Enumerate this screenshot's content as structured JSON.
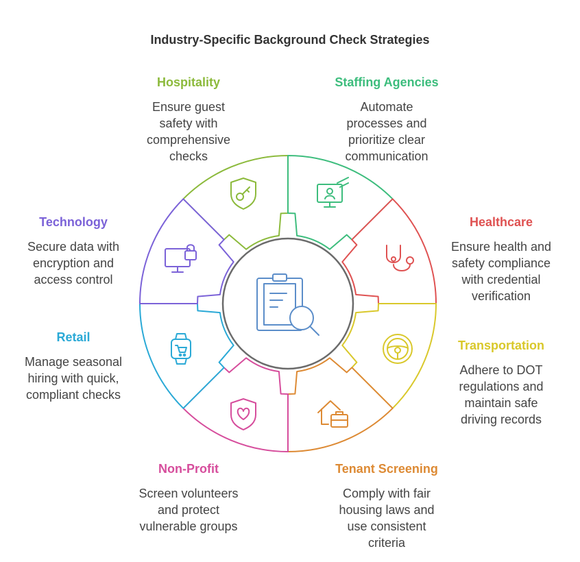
{
  "title": "Industry-Specific Background Check Strategies",
  "colors": {
    "hospitality": "#8cba3c",
    "staffing": "#3dbd7d",
    "healthcare": "#df5252",
    "transportation": "#d9c82b",
    "tenant": "#dd8a34",
    "nonprofit": "#d64d9c",
    "retail": "#2aa9d6",
    "technology": "#7b62d8",
    "center": "#5b8dc9",
    "hub": "#6b6b6b"
  },
  "sections": [
    {
      "key": "hospitality",
      "heading": "Hospitality",
      "description": "Ensure guest\nsafety with\ncomprehensive\nchecks",
      "icon": "shield-key-icon"
    },
    {
      "key": "staffing",
      "heading": "Staffing Agencies",
      "description": "Automate\nprocesses and\nprioritize clear\ncommunication",
      "icon": "monitor-person-icon"
    },
    {
      "key": "healthcare",
      "heading": "Healthcare",
      "description": "Ensure health and\nsafety compliance\nwith credential\nverification",
      "icon": "stethoscope-icon"
    },
    {
      "key": "transportation",
      "heading": "Transportation",
      "description": "Adhere to DOT\nregulations and\nmaintain safe\ndriving records",
      "icon": "steering-wheel-icon"
    },
    {
      "key": "tenant",
      "heading": "Tenant Screening",
      "description": "Comply with fair\nhousing laws and\nuse consistent\ncriteria",
      "icon": "house-briefcase-icon"
    },
    {
      "key": "nonprofit",
      "heading": "Non-Profit",
      "description": "Screen volunteers\nand protect\nvulnerable groups",
      "icon": "shield-heart-icon"
    },
    {
      "key": "retail",
      "heading": "Retail",
      "description": "Manage seasonal\nhiring with quick,\ncompliant checks",
      "icon": "shopping-watch-icon"
    },
    {
      "key": "technology",
      "heading": "Technology",
      "description": "Secure data with\nencryption and\naccess control",
      "icon": "computer-lock-icon"
    }
  ],
  "center_icon": "clipboard-search-icon"
}
